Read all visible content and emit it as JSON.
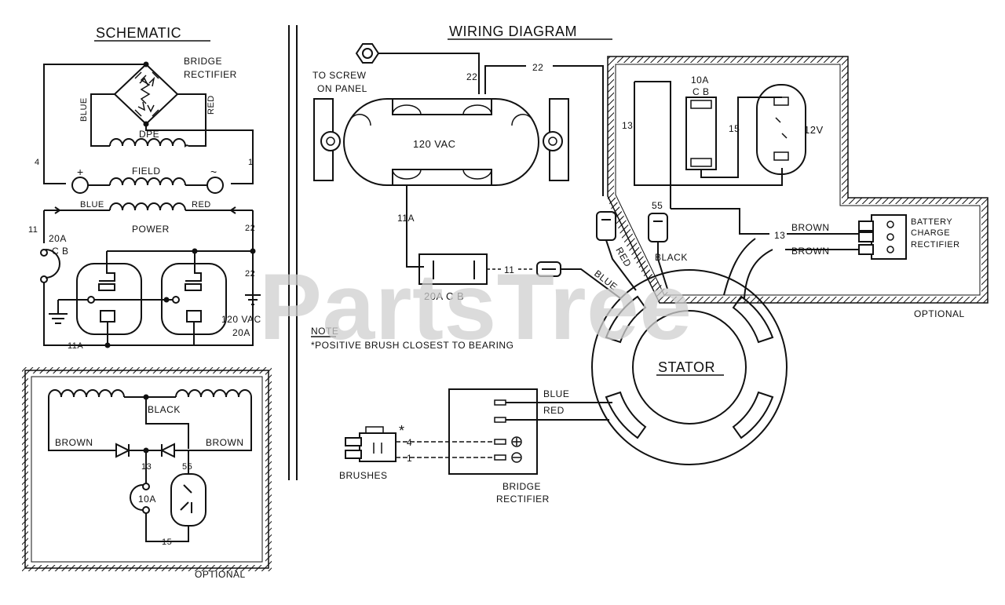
{
  "titles": {
    "schematic": "SCHEMATIC",
    "wiring": "WIRING DIAGRAM"
  },
  "watermark": "PartsTree",
  "schematic": {
    "bridge": "BRIDGE",
    "rectifier": "RECTIFIER",
    "blue": "BLUE",
    "red": "RED",
    "dpe": "DPE",
    "field": "FIELD",
    "num4": "4",
    "num1": "1",
    "plus": "+",
    "minus": "~",
    "blue2": "BLUE",
    "red2": "RED",
    "power": "POWER",
    "num11": "11",
    "num22a": "22",
    "num22b": "22",
    "cb20": "20A",
    "cb20b": "C B",
    "vac": "120 VAC",
    "amp": "20A",
    "num11a": "11A"
  },
  "optional_schematic": {
    "black": "BLACK",
    "brown_l": "BROWN",
    "brown_r": "BROWN",
    "num13": "13",
    "num55": "55",
    "cb10": "10A",
    "num15": "15",
    "optional": "OPTIONAL"
  },
  "wiring": {
    "screw1": "TO SCREW",
    "screw2": "ON PANEL",
    "w22a": "22",
    "w22b": "22",
    "vac": "120 VAC",
    "w11a": "11A",
    "cb20": "20A C B",
    "w11": "11",
    "blue": "BLUE",
    "red": "RED",
    "black": "BLACK",
    "w55": "55",
    "w13": "13",
    "cb10a": "10A",
    "cb10b": "C B",
    "w15": "15",
    "v12": "12V",
    "w13b": "13",
    "brown1": "BROWN",
    "brown2": "BROWN",
    "bcr1": "BATTERY",
    "bcr2": "CHARGE",
    "bcr3": "RECTIFIER",
    "optional": "OPTIONAL",
    "note_title": "NOTE",
    "note_text": "*POSITIVE BRUSH CLOSEST TO BEARING",
    "stator": "STATOR",
    "blue2": "BLUE",
    "red2": "RED",
    "asterisk": "*",
    "b4": "4",
    "b1": "1",
    "brushes": "BRUSHES",
    "bridge": "BRIDGE",
    "rectifier": "RECTIFIER"
  }
}
